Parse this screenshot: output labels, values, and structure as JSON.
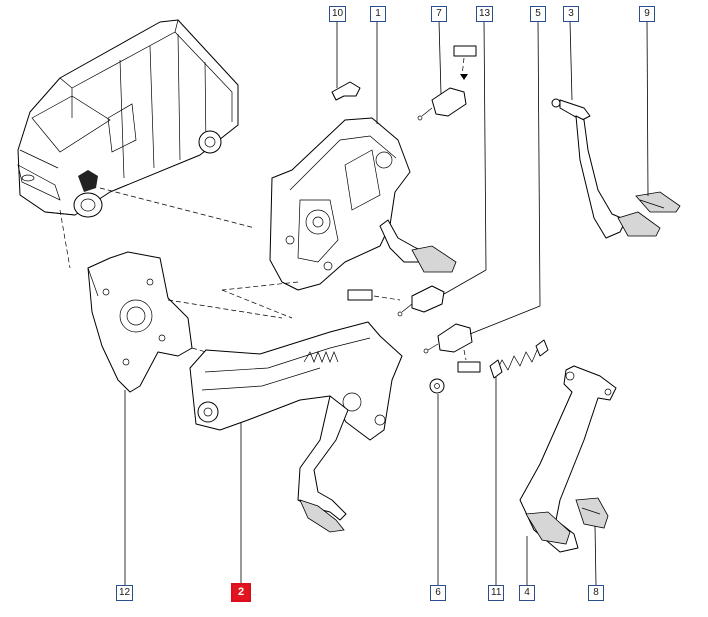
{
  "callouts": {
    "c10": "10",
    "c1": "1",
    "c7": "7",
    "c13": "13",
    "c5": "5",
    "c3": "3",
    "c9": "9",
    "c12": "12",
    "c2": "2",
    "c6": "6",
    "c11": "11",
    "c4": "4",
    "c8": "8"
  },
  "active_callout": "2",
  "colors": {
    "callout_border": "#2b4f8e",
    "active_callout_fill": "#e3141f",
    "line": "#000000",
    "background": "#ffffff"
  }
}
